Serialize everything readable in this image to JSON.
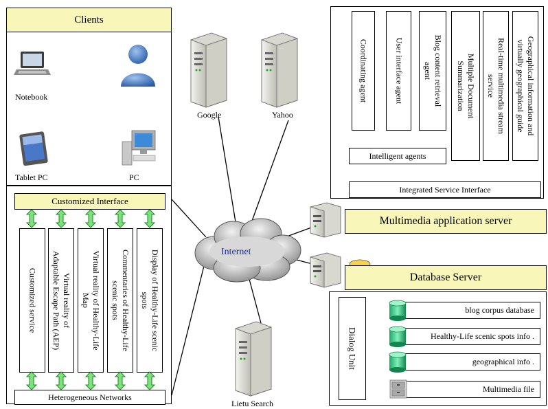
{
  "clients": {
    "title": "Clients",
    "notebook": "Notebook",
    "tablet": "Tablet PC",
    "pc": "PC"
  },
  "customized_interface": "Customized  Interface",
  "client_services": [
    "Customized service",
    "Virtual reality of\nAdaptable Escape Path (AEP)",
    "Virtual reality of Healthy-Life\nMap",
    "Commentaries of Healthy-Life\nscenic spots",
    "Display of Healthy-Life scenic\nspots"
  ],
  "heterogeneous_networks": "Heterogeneous Networks",
  "servers": {
    "google": "Google",
    "yahoo": "Yahoo",
    "lietu": "Lietu Search",
    "internet": "Internet"
  },
  "agents": [
    "Coordinating agent",
    "User interface agent",
    "Blog content retrieval\nagent"
  ],
  "services": [
    "Multiple Document\nSummarization",
    "Real-time multimedia stream\nservice",
    "Geographical information and\nvirtually geographical guide"
  ],
  "intelligent_agents": "Intelligent agents",
  "integrated_service_interface": "Integrated Service Interface",
  "multimedia_server": "Multimedia application server",
  "database_server": "Database Server",
  "dialog_unit": "Dialog Unit",
  "database_items": [
    "blog corpus database",
    "Healthy-Life scenic spots info .",
    "geographical info .",
    "Multimedia file"
  ]
}
